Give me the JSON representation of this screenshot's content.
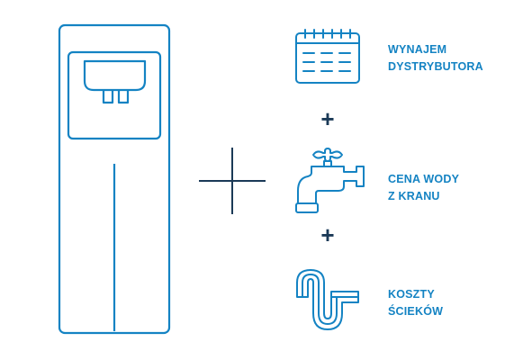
{
  "colors": {
    "outline": "#1483C3",
    "label": "#1483C3",
    "plus": "#1B3A57"
  },
  "dispenser": {
    "icon": "water-dispenser-icon"
  },
  "big_plus": {
    "icon": "plus-icon"
  },
  "items": [
    {
      "icon": "calendar-icon",
      "line1": "WYNAJEM",
      "line2": "DYSTRYBUTORA"
    },
    {
      "icon": "faucet-icon",
      "line1": "CENA WODY",
      "line2": "Z KRANU"
    },
    {
      "icon": "drain-pipe-icon",
      "line1": "KOSZTY",
      "line2": "ŚCIEKÓW"
    }
  ],
  "separators": [
    "+",
    "+"
  ]
}
